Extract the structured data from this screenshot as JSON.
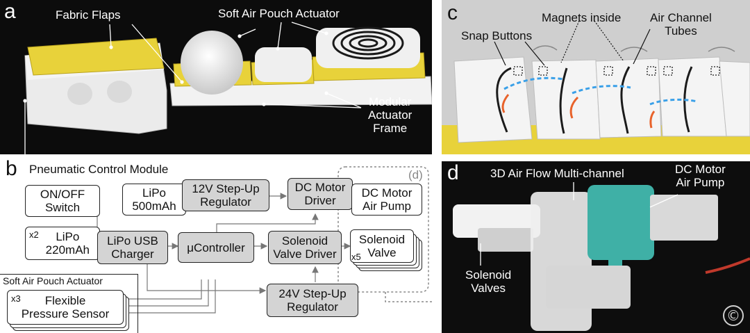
{
  "panel_a": {
    "letter": "a",
    "labels": {
      "fabric_flaps": "Fabric Flaps",
      "soft_air_pouch_actuator": "Soft Air Pouch Actuator",
      "modular_actuator_frame": "Modular\nActuator\nFrame"
    }
  },
  "panel_b": {
    "letter": "b",
    "title": "Pneumatic Control Module",
    "group_label": "(d)",
    "boxes": {
      "onoff": "ON/OFF\nSwitch",
      "lipo500": "LiPo\n500mAh",
      "step12": "12V Step-Up\nRegulator",
      "dcdriver": "DC Motor\nDriver",
      "dcpump": "DC Motor\nAir Pump",
      "lipo220": "LiPo\n220mAh",
      "charger": "LiPo USB\nCharger",
      "ucontroller": "μController",
      "soldriver": "Solenoid\nValve Driver",
      "solvalve": "Solenoid\nValve",
      "sensor": "Flexible\nPressure Sensor",
      "step24": "24V Step-Up\nRegulator"
    },
    "multipliers": {
      "lipo": "x2",
      "valve": "x5",
      "sensor": "x3"
    },
    "sensor_group_title": "Soft Air Pouch Actuator"
  },
  "panel_c": {
    "letter": "c",
    "labels": {
      "snap_buttons": "Snap Buttons",
      "magnets_inside": "Magnets inside",
      "air_channel_tubes": "Air Channel\nTubes"
    }
  },
  "panel_d": {
    "letter": "d",
    "labels": {
      "air_flow": "3D Air Flow Multi-channel",
      "dc_pump": "DC Motor\nAir Pump",
      "solenoid_valves": "Solenoid\nValves"
    },
    "copyright_mark": "©"
  },
  "colors": {
    "fabric_yellow": "#e8d23a",
    "diagram_box_grey": "#d4d4d4",
    "flow_arrow_blue": "#3aa0e8",
    "flow_arrow_orange": "#e8622a",
    "pump_teal": "#3fb0a6"
  }
}
